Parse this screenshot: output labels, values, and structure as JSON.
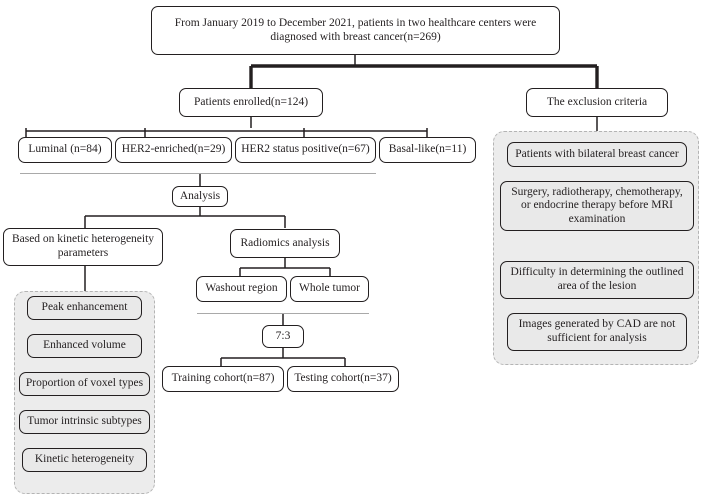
{
  "figure": {
    "type": "flowchart",
    "title": "Study patient selection and analysis flowchart",
    "colors": {
      "background": "#ffffff",
      "node_border": "#231f20",
      "node_fill": "#ffffff",
      "panel_fill": "#ececec",
      "panel_border": "#b4b4b4",
      "rule": "#a9a9a9",
      "connector": "#231f20"
    }
  },
  "nodes": {
    "source": "From January 2019 to December 2021, patients in two healthcare centers were diagnosed with breast cancer(n=269)",
    "enrolled": "Patients enrolled(n=124)",
    "exclusion_header": "The exclusion criteria",
    "subtypes": [
      "Luminal (n=84)",
      "HER2-enriched(n=29)",
      "HER2 status positive(n=67)",
      "Basal-like(n=11)"
    ],
    "analysis": "Analysis",
    "kinetic_branch": "Based on kinetic heterogeneity parameters",
    "radiomics_branch": "Radiomics analysis",
    "regions": [
      "Washout region",
      "Whole tumor"
    ],
    "split_ratio": "7:3",
    "cohorts": [
      "Training cohort(n=87)",
      "Testing cohort(n=37)"
    ],
    "kinetic_parameters": [
      "Peak enhancement",
      "Enhanced volume",
      "Proportion of voxel types",
      "Tumor intrinsic subtypes",
      "Kinetic heterogeneity"
    ],
    "exclusion_criteria": [
      "Patients with bilateral breast cancer",
      "Surgery, radiotherapy, chemotherapy, or endocrine therapy before MRI examination",
      "Difficulty in determining the outlined area of the lesion",
      "Images generated by CAD are not sufficient for analysis"
    ]
  }
}
